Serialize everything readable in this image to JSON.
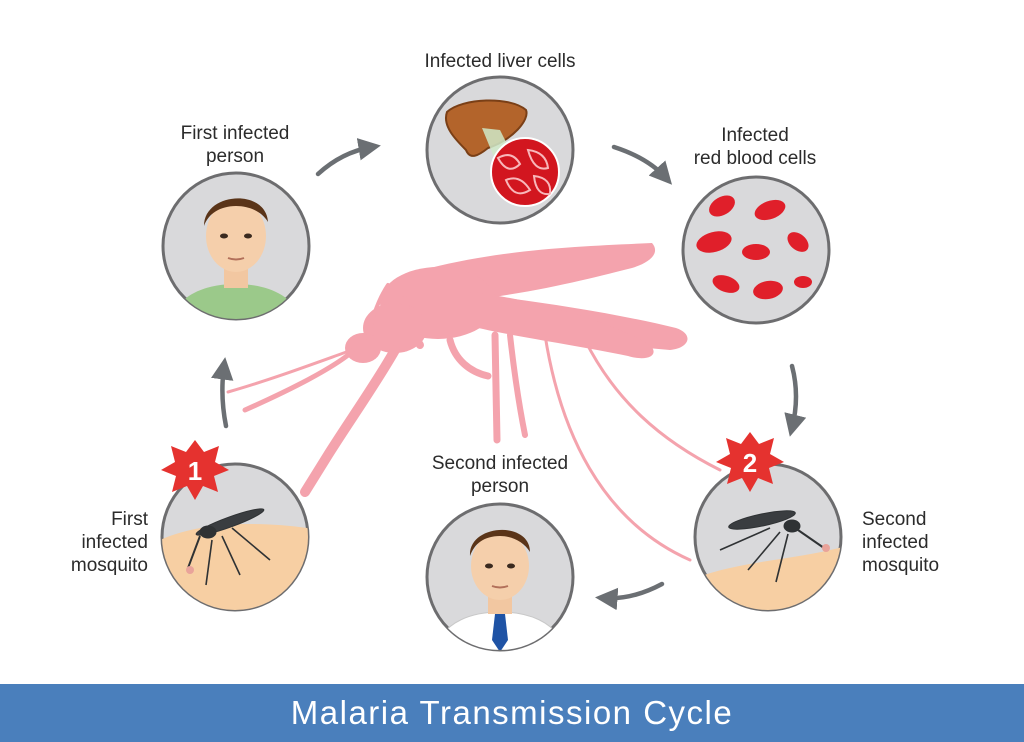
{
  "stages": {
    "liver": {
      "line1": "Infected liver cells"
    },
    "first_person": {
      "line1": "First infected",
      "line2": "person"
    },
    "red_blood": {
      "line1": "Infected",
      "line2": "red blood cells"
    },
    "second_person": {
      "line1": "Second infected",
      "line2": "person"
    },
    "first_mosquito": {
      "line1": "First",
      "line2": "infected",
      "line3": "mosquito"
    },
    "second_mosquito": {
      "line1": "Second",
      "line2": "infected",
      "line3": "mosquito"
    }
  },
  "badges": {
    "first": "1",
    "second": "2"
  },
  "title": "Malaria Transmission Cycle",
  "colors": {
    "silhouette": "#f4a3ad",
    "circle_fill": "#d9d9db",
    "circle_stroke": "#6d6d6f",
    "arrow": "#6b6f73",
    "badge": "#e5322f",
    "title_bar": "#4a7fbc",
    "blood_cell": "#e01f2a"
  }
}
